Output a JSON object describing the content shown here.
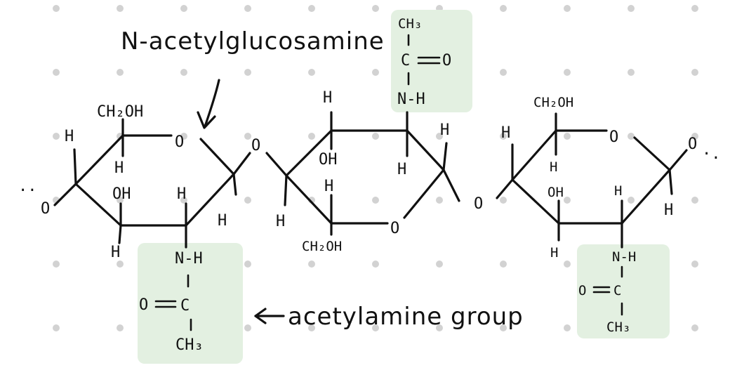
{
  "labels": {
    "n_acetylglucosamine": "N-acetylglucosamine",
    "acetylamine_group": "acetylamine group"
  },
  "atoms": {
    "o": "O",
    "h": "H",
    "oh": "OH",
    "ch2oh": "CH₂OH",
    "nh": "N-H",
    "c": "C",
    "ch3": "CH₃"
  },
  "colors": {
    "highlight": "#e3f0e1",
    "ink": "#111111",
    "dots": "#d2d2d2"
  }
}
